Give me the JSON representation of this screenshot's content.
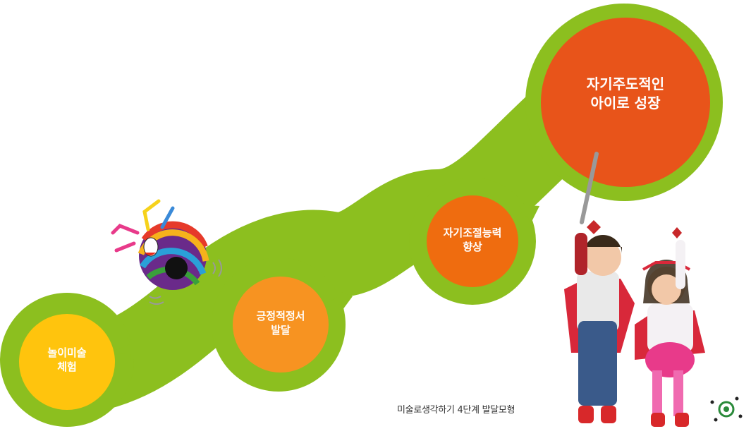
{
  "colors": {
    "path_green": "#8cbf1f",
    "stage1": "#ffc40d",
    "stage2": "#f79321",
    "stage3": "#ef6c0f",
    "stage4": "#e8541a",
    "white": "#ffffff"
  },
  "stages": [
    {
      "line1": "놀이미술",
      "line2": "체험"
    },
    {
      "line1": "긍정적정서",
      "line2": "발달"
    },
    {
      "line1": "자기조절능력",
      "line2": "향상"
    },
    {
      "line1": "자기주도적인",
      "line2": "아이로 성장"
    }
  ],
  "caption": "미술로생각하기 4단계 발달모형"
}
